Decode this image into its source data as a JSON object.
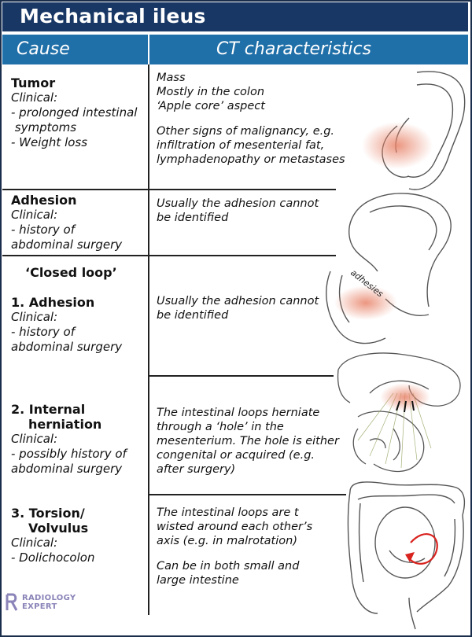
{
  "title": "Mechanical ileus",
  "headers": {
    "cause": "Cause",
    "ct": "CT characteristics"
  },
  "rows": {
    "tumor": {
      "name": "Tumor",
      "clinical": "Clinical:",
      "items": [
        "- prolonged intestinal",
        " symptoms",
        "- Weight loss"
      ],
      "ct": [
        "Mass",
        "Mostly in the colon",
        "‘Apple core’ aspect"
      ],
      "ct2": [
        "Other signs of malignancy, e.g.",
        "infiltration of mesenterial fat,",
        "lymphadenopathy or metastases"
      ]
    },
    "adhesion": {
      "name": "Adhesion",
      "clinical": "Clinical:",
      "items": [
        "- history of",
        "abdominal surgery"
      ],
      "ct": [
        "Usually the adhesion cannot",
        "be identified"
      ]
    },
    "closed_loop": {
      "heading": "‘Closed loop’",
      "adhesion": {
        "name": "1. Adhesion",
        "clinical": "Clinical:",
        "items": [
          "- history of",
          "abdominal surgery"
        ],
        "ct": [
          "Usually the adhesion cannot",
          "be identified"
        ],
        "figure_label": "adhesies"
      },
      "herniation": {
        "name_line1": "2. Internal",
        "name_line2": "herniation",
        "clinical": "Clinical:",
        "items": [
          "- possibly history of",
          "abdominal surgery"
        ],
        "ct": [
          "The intestinal loops herniate",
          "through a ‘hole’ in the",
          "mesenterium. The hole is either",
          "congenital or acquired (e.g.",
          "after surgery)"
        ]
      },
      "torsion": {
        "name_line1": "3. Torsion/",
        "name_line2": "Volvulus",
        "clinical": "Clinical:",
        "items": [
          "- Dolichocolon"
        ],
        "ct": [
          "The intestinal loops are t",
          "wisted around each other’s",
          "axis (e.g. in malrotation)"
        ],
        "ct2": [
          "Can be in both small and",
          "large intestine"
        ]
      }
    }
  },
  "logo": {
    "line1": "RADIOLOGY",
    "line2": "EXPERT"
  },
  "colors": {
    "title_bg": "#183765",
    "header_bg": "#1f6fa8",
    "lesion": "#e8846a",
    "arrow": "#d9231f",
    "logo": "#8a84b8"
  }
}
